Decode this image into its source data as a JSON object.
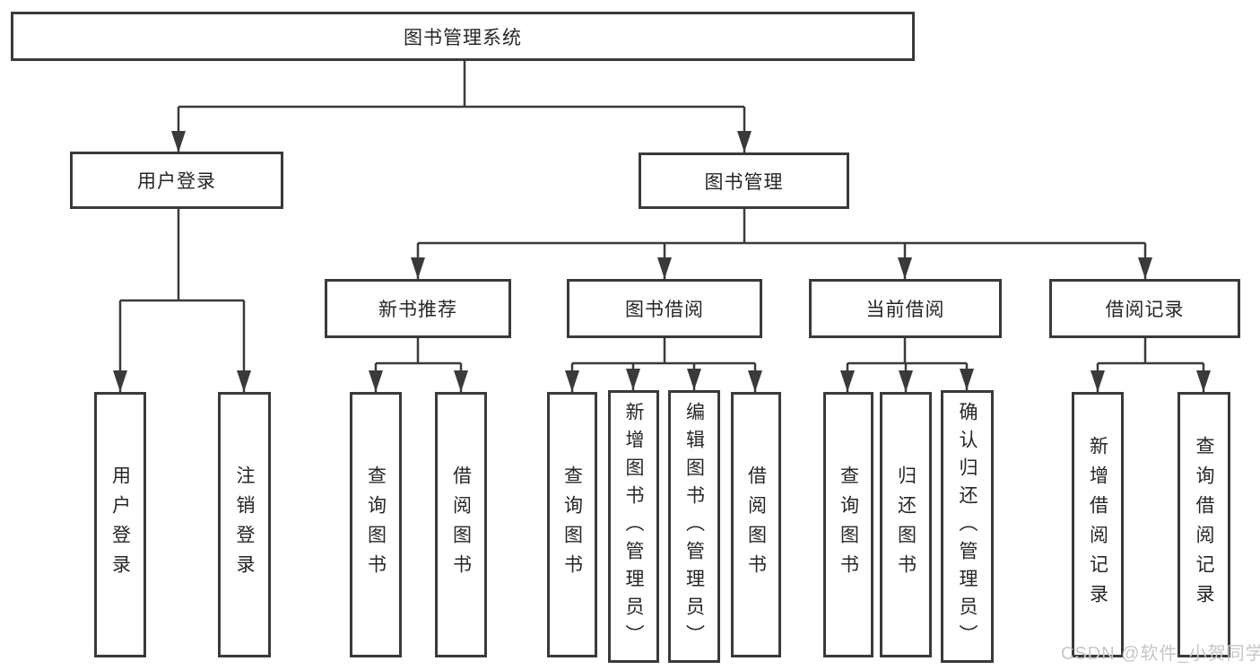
{
  "diagram": {
    "root": {
      "label": "图书管理系统"
    },
    "branches": [
      {
        "label": "用户登录",
        "children": [
          {
            "label": "用户登录"
          },
          {
            "label": "注销登录"
          }
        ]
      },
      {
        "label": "图书管理",
        "children": [
          {
            "label": "新书推荐",
            "children": [
              {
                "label": "查询图书"
              },
              {
                "label": "借阅图书"
              }
            ]
          },
          {
            "label": "图书借阅",
            "children": [
              {
                "label": "查询图书"
              },
              {
                "label": "新增图书（管理员）"
              },
              {
                "label": "编辑图书（管理员）"
              },
              {
                "label": "借阅图书"
              }
            ]
          },
          {
            "label": "当前借阅",
            "children": [
              {
                "label": "查询图书"
              },
              {
                "label": "归还图书"
              },
              {
                "label": "确认归还（管理员）"
              }
            ]
          },
          {
            "label": "借阅记录",
            "children": [
              {
                "label": "新增借阅记录"
              },
              {
                "label": "查询借阅记录"
              }
            ]
          }
        ]
      }
    ],
    "colors": {
      "line": "#3a3a3a",
      "box_border": "#3a3a3a",
      "text": "#262626",
      "watermark": "#c7c7c7",
      "background": "#ffffff"
    }
  },
  "watermark": {
    "text": "CSDN @软件_小贺同学"
  }
}
